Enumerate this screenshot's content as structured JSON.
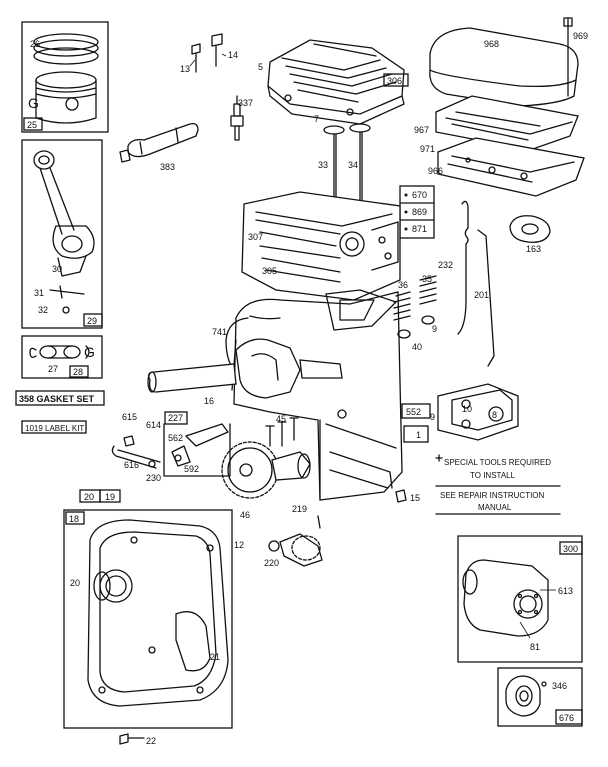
{
  "parts": {
    "p26": "26",
    "p25": "25",
    "pG": "G",
    "p30": "30",
    "p31": "31",
    "p32": "32",
    "p29": "29",
    "p27": "27",
    "p28": "28",
    "p13": "13",
    "p14": "14",
    "p337": "337",
    "p383": "383",
    "p5": "5",
    "p306": "306",
    "p7": "7",
    "p33": "33",
    "p34": "34",
    "p968": "968",
    "p969": "969",
    "p967": "967",
    "p971": "971",
    "p966": "966",
    "p163": "163",
    "p670": "670",
    "p869": "869",
    "p871": "871",
    "p307": "307",
    "p305": "305",
    "p232": "232",
    "p35": "35",
    "p36": "36",
    "p201": "201",
    "p9": "9",
    "p40": "40",
    "p741": "741",
    "p16": "16",
    "p45": "45",
    "p552": "552",
    "p1": "1",
    "p9b": "9",
    "p10": "10",
    "p8": "8",
    "p227": "227",
    "p562": "562",
    "p592": "592",
    "p615": "615",
    "p614": "614",
    "p616": "616",
    "p230": "230",
    "p46": "46",
    "p15": "15",
    "p219": "219",
    "p220": "220",
    "p20": "20",
    "p19": "19",
    "p18": "18",
    "p12": "12",
    "p20b": "20",
    "p21": "21",
    "p22": "22",
    "p300": "300",
    "p613": "613",
    "p81": "81",
    "p346": "346",
    "p676": "676"
  },
  "kits": {
    "gasket_set": "358 GASKET SET",
    "label_kit": "1019 LABEL KIT"
  },
  "notes": {
    "special_tools_line1": "SPECIAL TOOLS REQUIRED",
    "special_tools_line2": "TO INSTALL",
    "repair_manual_line1": "SEE REPAIR INSTRUCTION",
    "repair_manual_line2": "MANUAL"
  }
}
